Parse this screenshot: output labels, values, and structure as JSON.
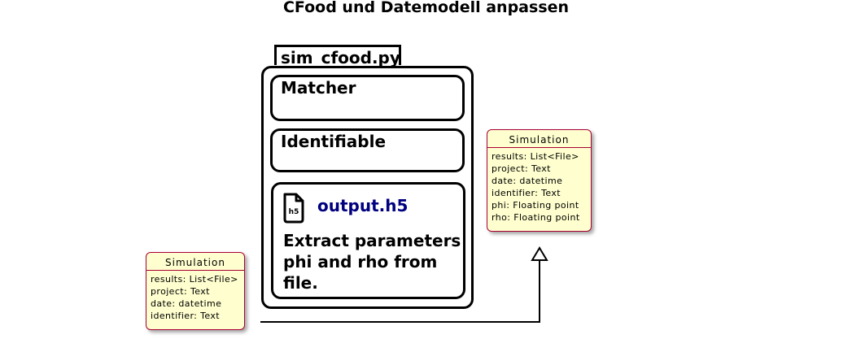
{
  "title": "CFood und Datemodell anpassen",
  "package": {
    "tab_label": "sim_cfood.py",
    "matcher_label": "Matcher",
    "identifiable_label": "Identifiable",
    "output": {
      "file_name": "output.h5",
      "icon_label": "h5",
      "description": "Extract parameters phi and rho from file."
    }
  },
  "class_extended": {
    "name": "Simulation",
    "attributes": [
      "results: List<File>",
      "project: Text",
      "date: datetime",
      "identifier: Text",
      "phi: Floating point",
      "rho: Floating point"
    ]
  },
  "class_base": {
    "name": "Simulation",
    "attributes": [
      "results: List<File>",
      "project: Text",
      "date: datetime",
      "identifier: Text"
    ]
  },
  "colors": {
    "class_fill": "#fefece",
    "class_border": "#a80036",
    "file_name": "#000080"
  }
}
